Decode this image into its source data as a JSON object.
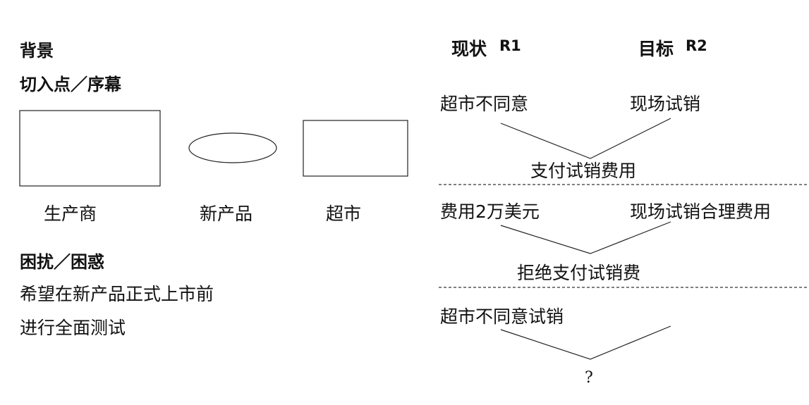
{
  "left": {
    "background_heading": "背景",
    "entry_heading": "切入点／序幕",
    "entities": [
      "生产商",
      "新产品",
      "超市"
    ],
    "trouble_heading": "困扰／困惑",
    "wish_lines": [
      "希望在新产品正式上市前",
      "进行全面测试"
    ]
  },
  "right": {
    "current_label": "现状",
    "current_code": "R1",
    "goal_label": "目标",
    "goal_code": "R2",
    "conflicts": [
      {
        "left": "超市不同意",
        "right": "现场试销",
        "result": "支付试销费用"
      },
      {
        "left": "费用2万美元",
        "right": "现场试销合理费用",
        "result": "拒绝支付试销费"
      },
      {
        "left": "超市不同意试销",
        "right": "",
        "result": "?"
      }
    ]
  }
}
